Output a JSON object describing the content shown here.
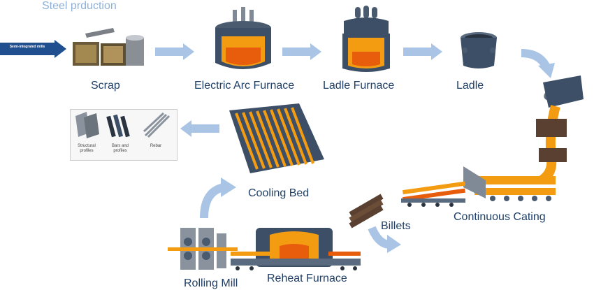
{
  "title": "Steel prduction",
  "entry_tag": "Semi-integrated mills",
  "stages": {
    "scrap": "Scrap",
    "eaf": "Electric Arc Furnace",
    "ladle_furnace": "Ladle Furnace",
    "ladle": "Ladle",
    "continuous_casting": "Continuous Cating",
    "billets": "Billets",
    "reheat_furnace": "Reheat Furnace",
    "rolling_mill": "Rolling Mill",
    "cooling_bed": "Cooling Bed"
  },
  "products": [
    {
      "label": "Structural profiles"
    },
    {
      "label": "Bars and profiles"
    },
    {
      "label": "Rebar"
    }
  ],
  "colors": {
    "arrow": "#a9c4e4",
    "entry_arrow": "#1f4f8f",
    "label": "#1f3f66",
    "title": "#8fb1d8",
    "molten": "#f39c12",
    "furnace": "#3d4f66"
  }
}
